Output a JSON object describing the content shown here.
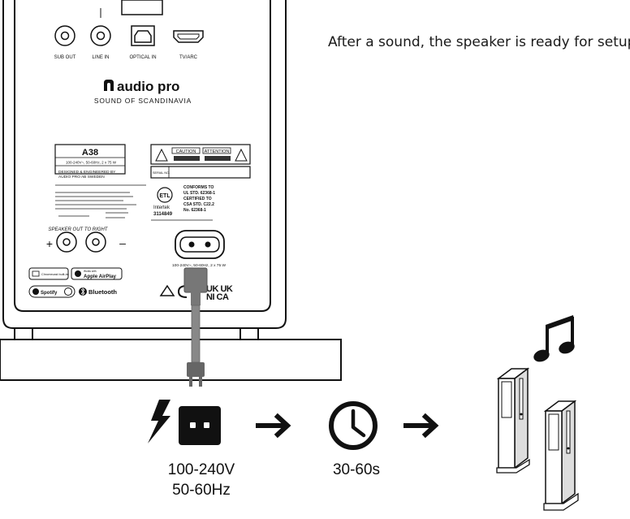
{
  "instruction": "After a sound, the speaker is ready for setup.",
  "panel": {
    "ports": [
      "SUB OUT",
      "LINE IN",
      "OPTICAL IN",
      "TV/ARC"
    ],
    "brand": "audio pro",
    "tagline": "SOUND OF SCANDINAVIA",
    "model": "A38",
    "rating": "100-240V~, 50-60Hz, 2 x 75 W",
    "designed_line1": "DESIGNED & ENGINEERED BY",
    "designed_line2": "AUDIO PRO AB SWEDEN",
    "caution": "CAUTION",
    "attention": "ATTENTION",
    "serial_label": "SERIAL NO.",
    "conforms_line1": "CONFORMS TO",
    "conforms_line2": "UL STD. 62368-1",
    "certified_line1": "CERTIFIED TO",
    "certified_line2": "CSA STD. C22.2",
    "certified_line3": "No. 62368-1",
    "intertek": "Intertek",
    "intertek_id": "3114849",
    "speaker_out": "SPEAKER OUT TO RIGHT",
    "plus": "+",
    "minus": "–",
    "power_rating": "100-240V~, 50-60Hz, 2 x 75 W",
    "chromecast": "Chromecast built-in",
    "airplay_small": "Works with",
    "airplay": "Apple AirPlay",
    "spotify": "Spotify",
    "bluetooth": "Bluetooth",
    "ukca": "UK UK",
    "ukni": "NI CA"
  },
  "steps": {
    "voltage_line1": "100-240V",
    "voltage_line2": "50-60Hz",
    "time": "30-60s"
  },
  "icons": [
    "lightning-icon",
    "power-outlet-icon",
    "arrow-right-icon",
    "clock-icon",
    "arrow-right-icon",
    "music-note-icon",
    "floorstanding-speakers-icon"
  ]
}
